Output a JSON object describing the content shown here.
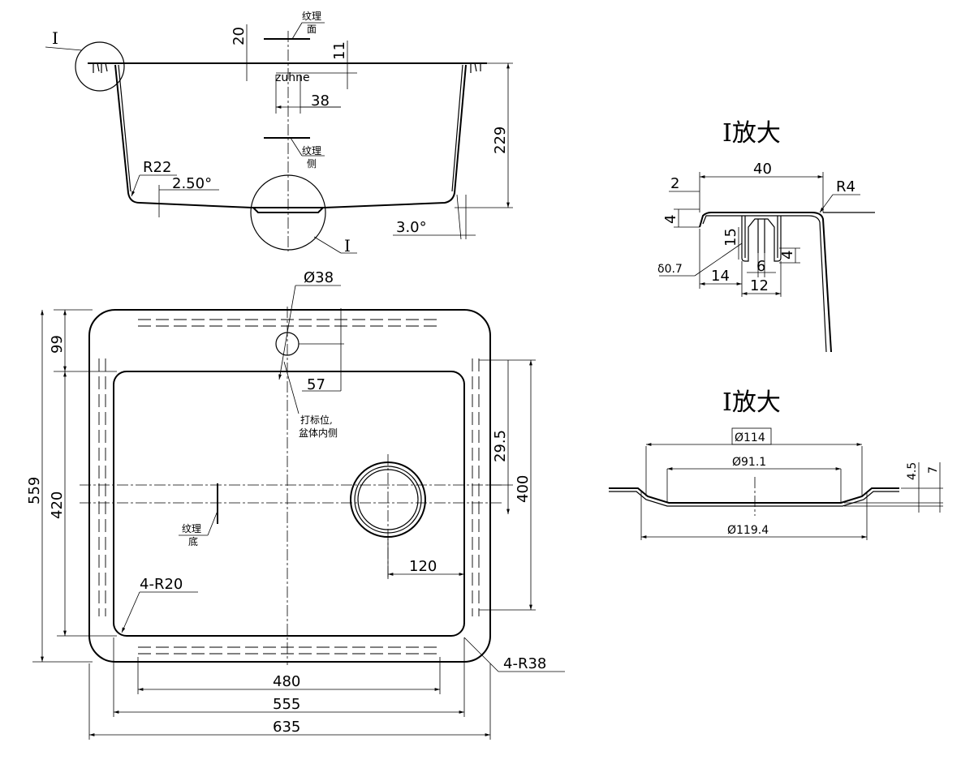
{
  "side_view": {
    "dim_20": "20",
    "dim_11": "11",
    "dim_38": "38",
    "dim_229": "229",
    "dim_r22": "R22",
    "dim_angle_bottom": "2.50°",
    "dim_angle_side": "3.0°",
    "label_detail_top": "I",
    "label_detail_bottom": "I",
    "note_texture_face_1": "纹理",
    "note_texture_face_2": "面",
    "note_texture_side_1": "纹理",
    "note_texture_side_2": "侧",
    "note_zuhne": "zuhne"
  },
  "plan_view": {
    "dim_d38": "Ø38",
    "dim_57": "57",
    "dim_99": "99",
    "dim_559": "559",
    "dim_420": "420",
    "dim_29_5": "29.5",
    "dim_400": "400",
    "dim_120": "120",
    "dim_4r20": "4-R20",
    "dim_4r38": "4-R38",
    "dim_480": "480",
    "dim_555": "555",
    "dim_635": "635",
    "note_mark_1": "打标位,",
    "note_mark_2": "盆体内侧",
    "note_texture_bottom_1": "纹理",
    "note_texture_bottom_2": "底"
  },
  "detail_edge": {
    "title": "I放大",
    "dim_40": "40",
    "dim_2": "2",
    "dim_4a": "4",
    "dim_r4": "R4",
    "dim_15": "15",
    "dim_4b": "4",
    "dim_thickness": "δ0.7",
    "dim_14": "14",
    "dim_6": "6",
    "dim_12": "12"
  },
  "detail_drain": {
    "title": "I放大",
    "dim_d114": "Ø114",
    "dim_d91_1": "Ø91.1",
    "dim_d119_4": "Ø119.4",
    "dim_4_5": "4.5",
    "dim_7": "7"
  }
}
